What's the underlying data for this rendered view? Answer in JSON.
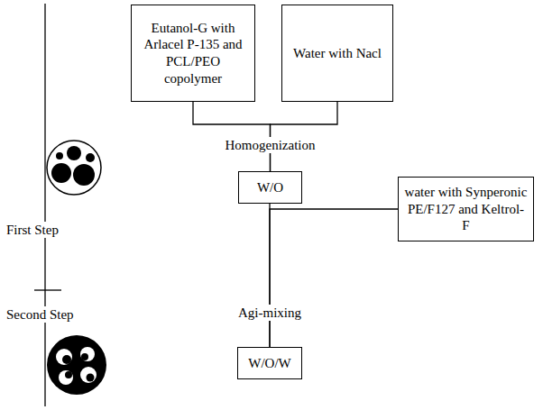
{
  "diagram": {
    "nodes": [
      {
        "text": [
          "Eutanol-G with Arlacel P-135 and PCL/PEO copolymer"
        ]
      },
      {
        "text": [
          "Water with Nacl"
        ]
      },
      {
        "text": [
          "W/O"
        ]
      },
      {
        "text": [
          "water with Synperonic PE/F127 and Keltrol-F"
        ]
      },
      {
        "text": [
          "W/O/W"
        ]
      }
    ],
    "edges": [
      {
        "from": 0,
        "to": 2,
        "label": "Homogenization",
        "arrow": "none"
      },
      {
        "from": 1,
        "to": 2,
        "arrow": "none"
      },
      {
        "from": 2,
        "to": 4,
        "label": "Agi-mixing",
        "arrow": "none"
      },
      {
        "from": 3,
        "to": 4,
        "arrow": "none"
      }
    ],
    "labels": [
      "First Step",
      "Second Step"
    ]
  }
}
